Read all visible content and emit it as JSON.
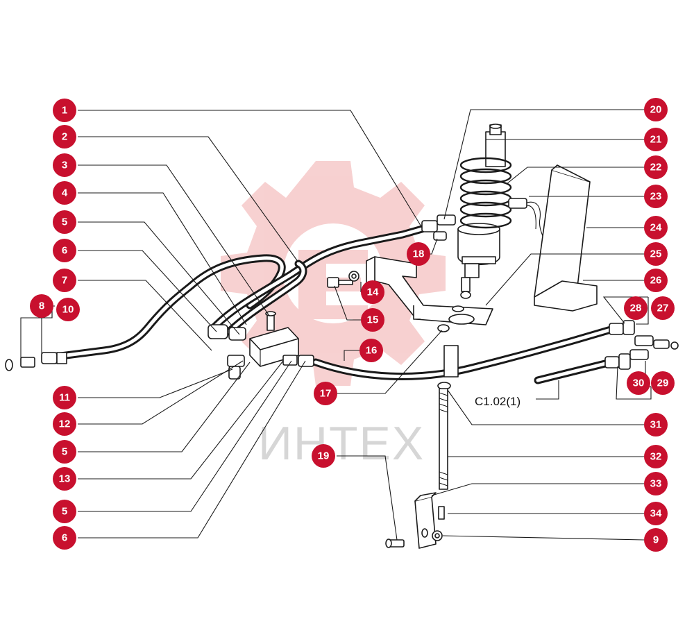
{
  "watermark": {
    "text": "ИНТЕХ",
    "color": "#e35b5b"
  },
  "reference_label": "C1.02(1)",
  "callout_color": "#c8102e",
  "callouts": {
    "c1": "1",
    "c2": "2",
    "c3": "3",
    "c4": "4",
    "c5a": "5",
    "c6a": "6",
    "c7": "7",
    "c8": "8",
    "c10": "10",
    "c11": "11",
    "c12": "12",
    "c5b": "5",
    "c13": "13",
    "c5c": "5",
    "c6b": "6",
    "c14": "14",
    "c15": "15",
    "c16": "16",
    "c17": "17",
    "c18": "18",
    "c19": "19",
    "c20": "20",
    "c21": "21",
    "c22": "22",
    "c23": "23",
    "c24": "24",
    "c25": "25",
    "c26": "26",
    "c27": "27",
    "c28": "28",
    "c29": "29",
    "c30": "30",
    "c31": "31",
    "c32": "32",
    "c33": "33",
    "c34": "34",
    "c9": "9"
  }
}
